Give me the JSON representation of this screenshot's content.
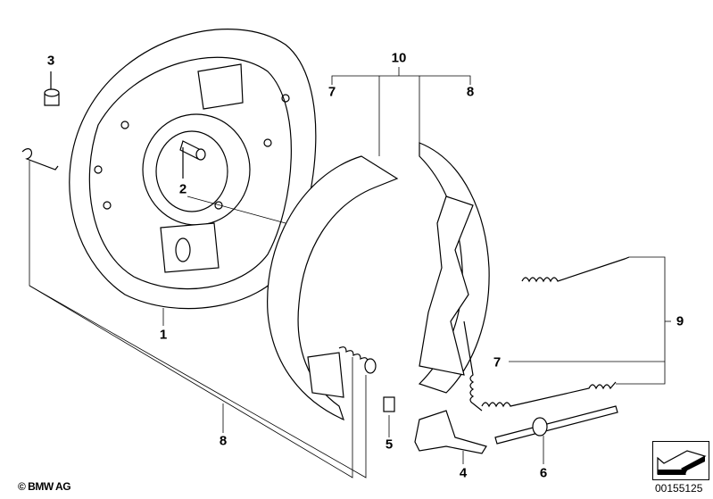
{
  "labels": {
    "l3": "3",
    "l2": "2",
    "l1": "1",
    "l10": "10",
    "l7a": "7",
    "l8a": "8",
    "l9": "9",
    "l7b": "7",
    "l8b": "8",
    "l5": "5",
    "l4": "4",
    "l6": "6"
  },
  "footer": {
    "copyright": "© BMW AG",
    "diagram_number": "00155125"
  },
  "icons": {
    "nav": "arrow-back-icon"
  }
}
